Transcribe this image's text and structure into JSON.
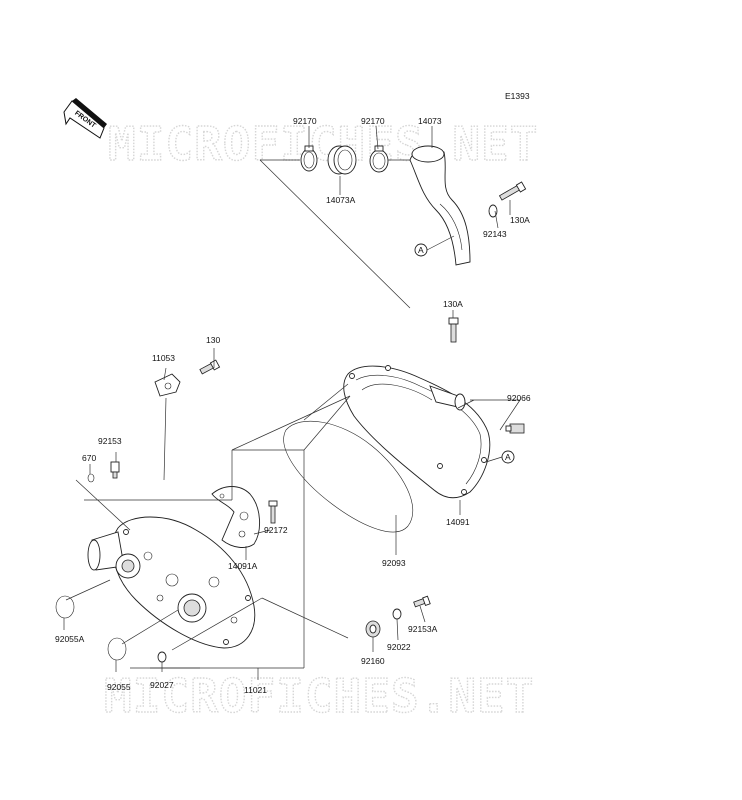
{
  "diagram": {
    "code": "E1393",
    "front_label": "FRONT",
    "watermark": "MICROFICHES.NET",
    "ref_marker": "A",
    "parts": {
      "p92170a": "92170",
      "p92170b": "92170",
      "p14073": "14073",
      "p14073a": "14073A",
      "p130a_top": "130A",
      "p92143": "92143",
      "p130a_mid": "130A",
      "p130": "130",
      "p11053": "11053",
      "p92066": "92066",
      "p92153": "92153",
      "p670": "670",
      "p92172": "92172",
      "p14091a": "14091A",
      "p14091": "14091",
      "p92093": "92093",
      "p92055a": "92055A",
      "p92055": "92055",
      "p92027": "92027",
      "p11021": "11021",
      "p92160": "92160",
      "p92022": "92022",
      "p92153a": "92153A"
    }
  }
}
